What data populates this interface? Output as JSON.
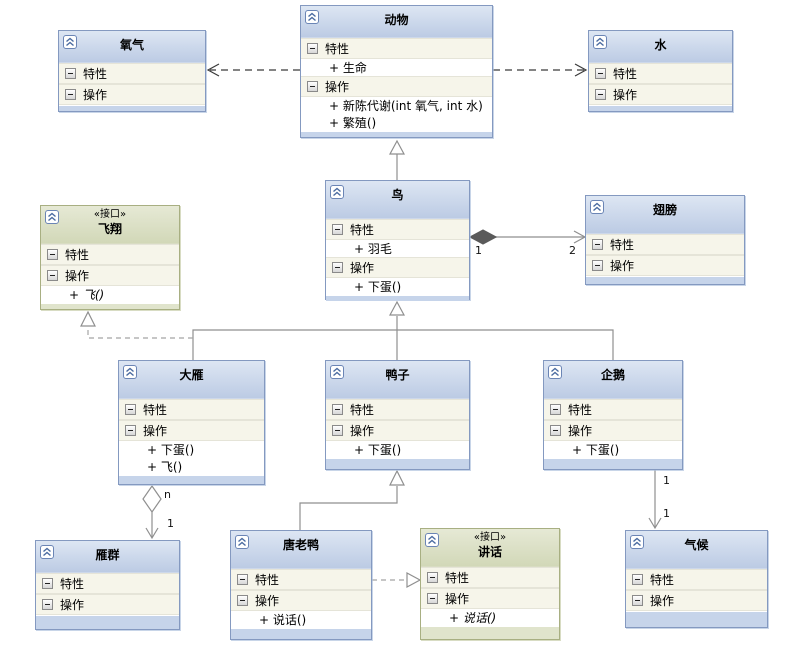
{
  "labels": {
    "attributes": "特性",
    "operations": "操作"
  },
  "classes": {
    "oxygen": {
      "name": "氧气"
    },
    "animal": {
      "name": "动物",
      "attrs": [
        "+ 生命"
      ],
      "ops": [
        "+ 新陈代谢(int 氧气, int 水)",
        "+ 繁殖()"
      ]
    },
    "water": {
      "name": "水"
    },
    "bird": {
      "name": "鸟",
      "attrs": [
        "+ 羽毛"
      ],
      "ops": [
        "+ 下蛋()"
      ]
    },
    "wings": {
      "name": "翅膀"
    },
    "fly": {
      "stereotype": "«接口»",
      "name": "飞翔",
      "ops": [
        "+ 飞()"
      ]
    },
    "goose": {
      "name": "大雁",
      "ops": [
        "+ 下蛋()",
        "+ 飞()"
      ]
    },
    "duck": {
      "name": "鸭子",
      "ops": [
        "+ 下蛋()"
      ]
    },
    "penguin": {
      "name": "企鹅",
      "ops": [
        "+ 下蛋()"
      ]
    },
    "flock": {
      "name": "雁群"
    },
    "donald": {
      "name": "唐老鸭",
      "ops": [
        "+ 说话()"
      ]
    },
    "speech": {
      "stereotype": "«接口»",
      "name": "讲话",
      "ops": [
        "+ 说话()"
      ]
    },
    "climate": {
      "name": "气候"
    }
  },
  "multiplicities": {
    "bird_wings_source": "1",
    "bird_wings_target": "2",
    "goose_flock_source": "n",
    "goose_flock_target": "1",
    "penguin_climate_source": "1",
    "penguin_climate_target": "1"
  },
  "icons": {
    "collapse_icon": "double-chevron-up",
    "section_icon": "minus-box"
  },
  "colors": {
    "class_header": "#c9d5ea",
    "class_border": "#8499c0",
    "interface_header": "#dce0c5",
    "interface_border": "#a8af82",
    "section_bg": "#f6f5ea",
    "line": "#8f8f8f",
    "dependency_line": "#3a3a3a",
    "composition_diamond": "#5a5a5a"
  }
}
